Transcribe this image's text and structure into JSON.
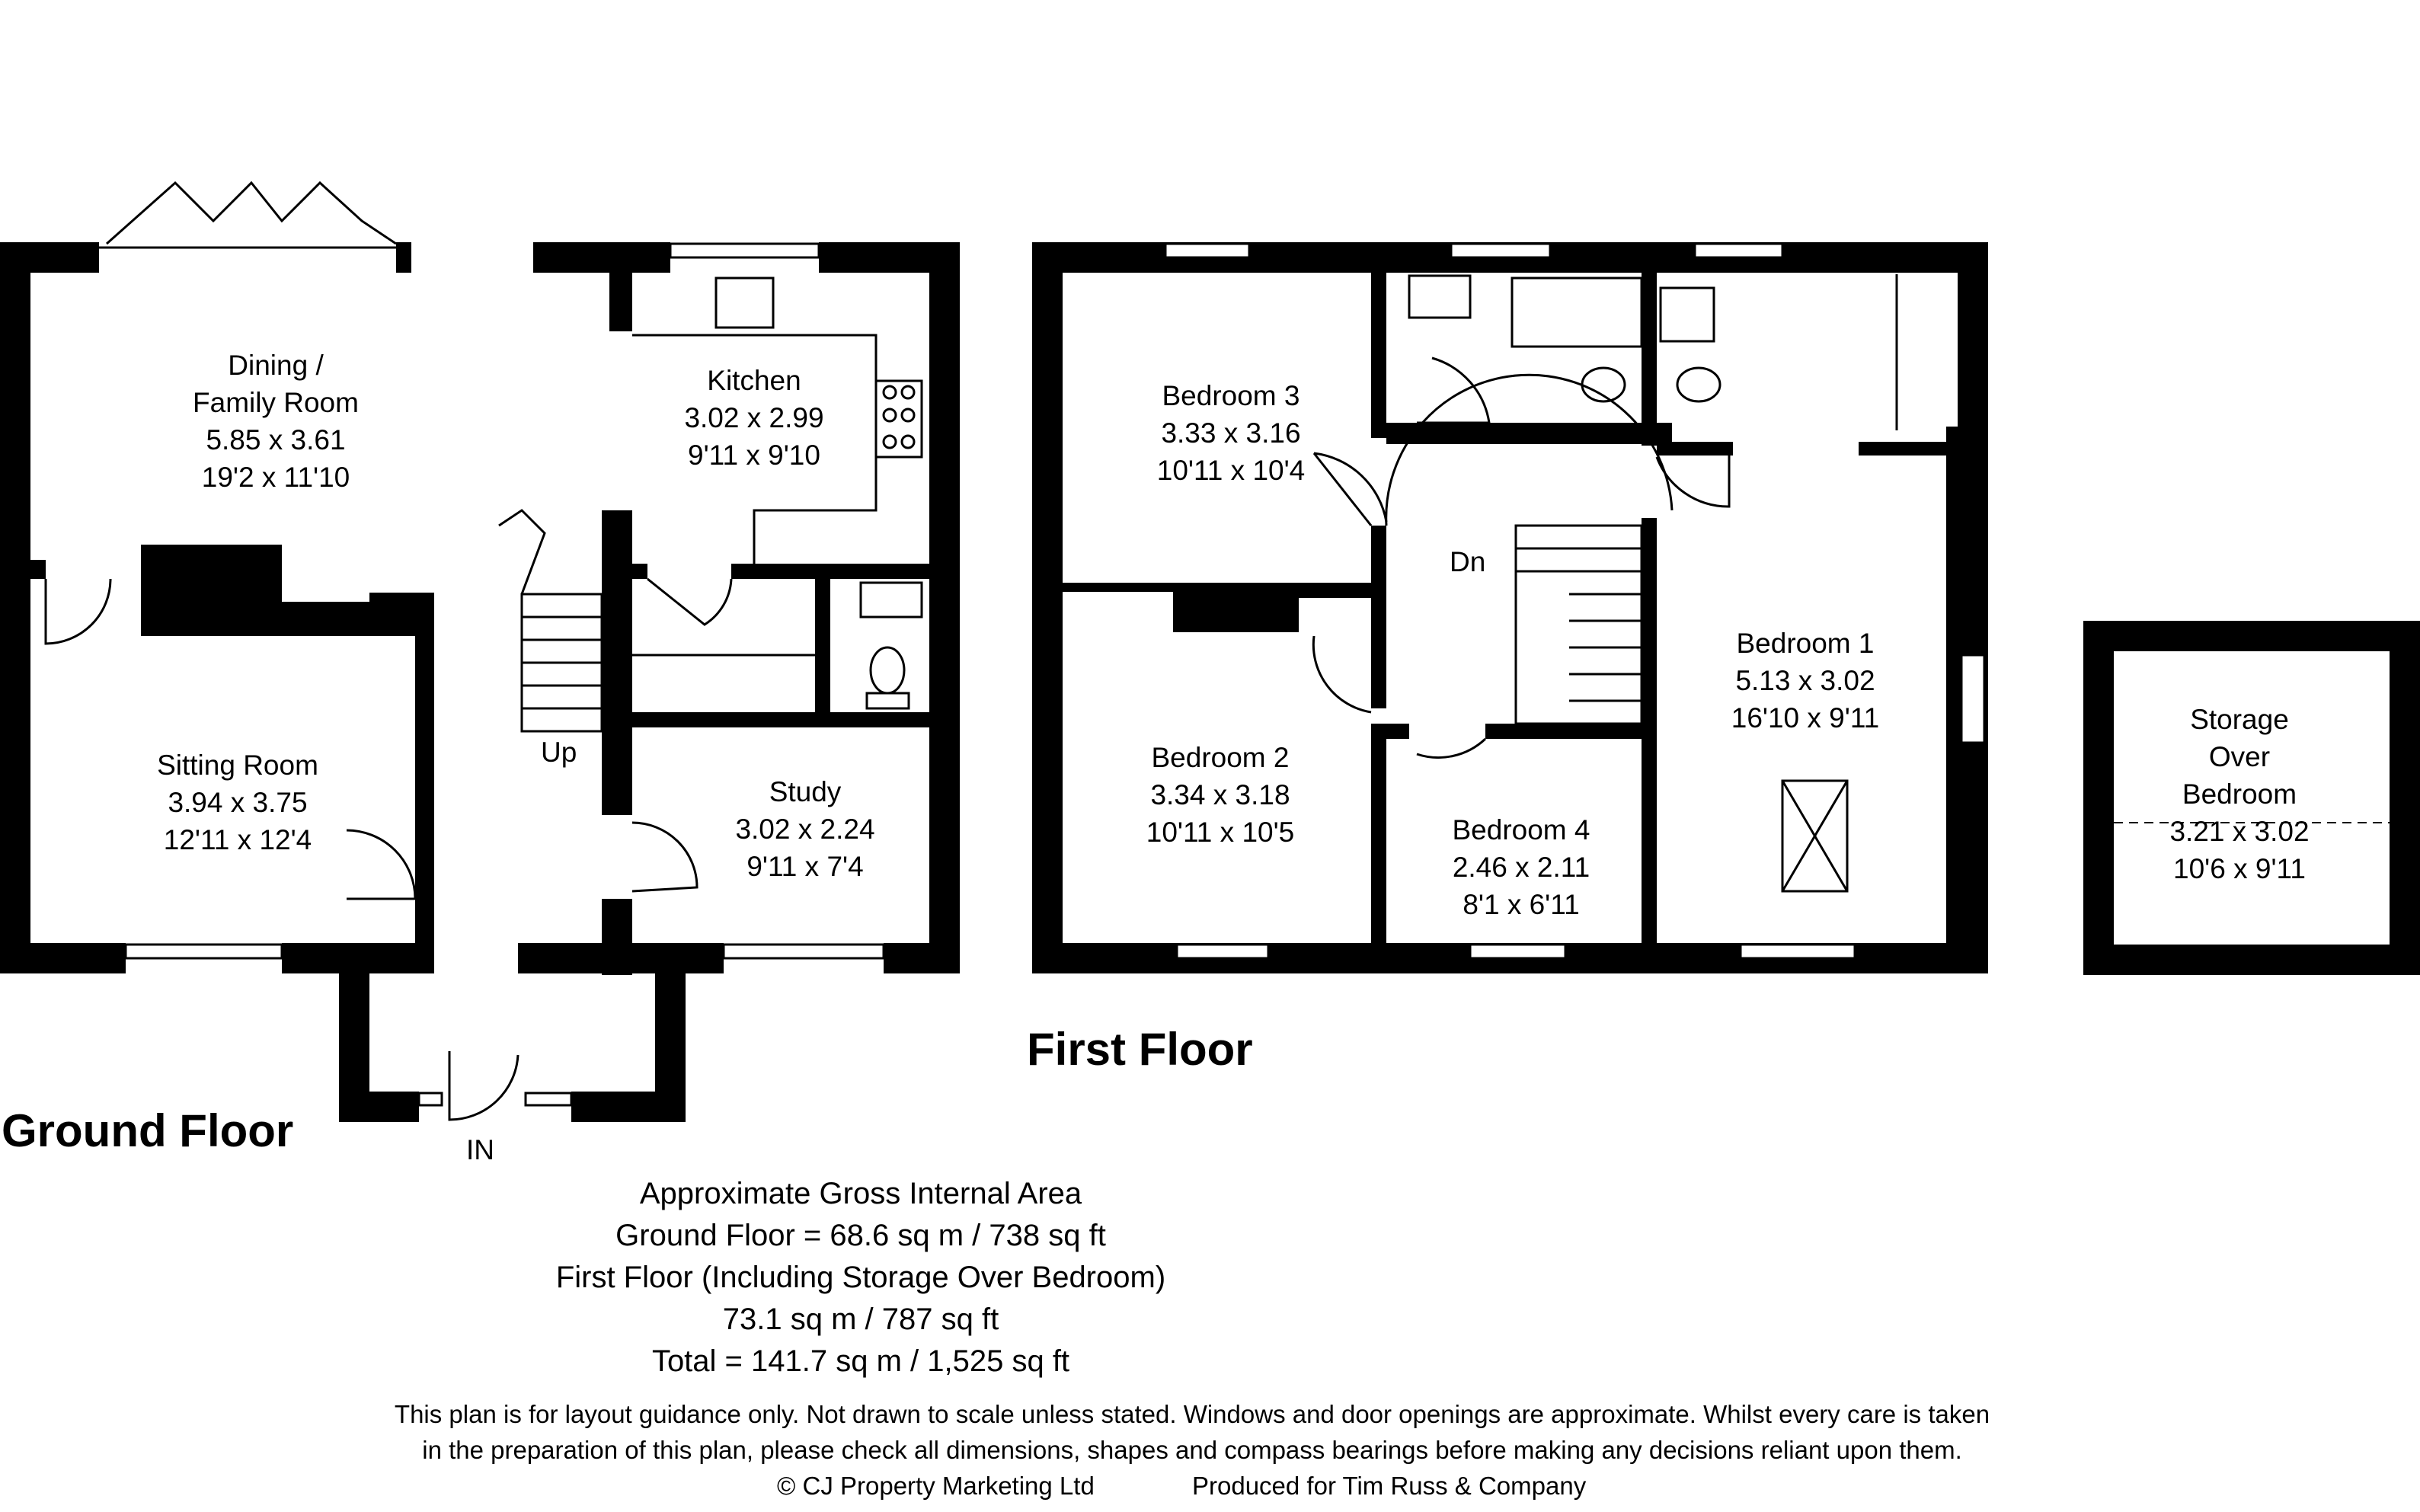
{
  "ground_floor": {
    "title": "Ground Floor",
    "rooms": [
      {
        "id": "dining",
        "lines": [
          "Dining /",
          "Family Room",
          "5.85 x 3.61",
          "19'2 x 11'10"
        ]
      },
      {
        "id": "kitchen",
        "lines": [
          "Kitchen",
          "3.02 x 2.99",
          "9'11 x 9'10"
        ]
      },
      {
        "id": "sitting",
        "lines": [
          "Sitting Room",
          "3.94 x 3.75",
          "12'11 x 12'4"
        ]
      },
      {
        "id": "study",
        "lines": [
          "Study",
          "3.02 x 2.24",
          "9'11 x 7'4"
        ]
      }
    ],
    "labels": {
      "up": "Up",
      "in": "IN"
    }
  },
  "first_floor": {
    "title": "First Floor",
    "rooms": [
      {
        "id": "bed3",
        "lines": [
          "Bedroom 3",
          "3.33 x 3.16",
          "10'11 x 10'4"
        ]
      },
      {
        "id": "bed2",
        "lines": [
          "Bedroom 2",
          "3.34 x 3.18",
          "10'11 x 10'5"
        ]
      },
      {
        "id": "bed4",
        "lines": [
          "Bedroom 4",
          "2.46 x 2.11",
          "8'1 x 6'11"
        ]
      },
      {
        "id": "bed1",
        "lines": [
          "Bedroom 1",
          "5.13 x 3.02",
          "16'10 x 9'11"
        ]
      },
      {
        "id": "storage",
        "lines": [
          "Storage",
          "Over",
          "Bedroom",
          "3.21 x 3.02",
          "10'6 x 9'11"
        ]
      }
    ],
    "labels": {
      "dn": "Dn"
    }
  },
  "area_summary": [
    "Approximate Gross Internal Area",
    "Ground Floor = 68.6 sq m / 738 sq ft",
    "First Floor (Including Storage Over Bedroom)",
    "73.1 sq m / 787 sq ft",
    "Total = 141.7 sq m / 1,525 sq ft"
  ],
  "disclaimer": [
    "This plan is for layout guidance only. Not drawn to scale unless stated. Windows and door openings are approximate. Whilst every care is taken",
    "in the preparation of this plan, please check all dimensions, shapes and compass bearings before making any decisions reliant upon them."
  ],
  "footer": {
    "copyright": "© CJ Property Marketing Ltd",
    "produced_for": "Produced for Tim Russ & Company"
  },
  "colors": {
    "wall": "#000000",
    "background": "#ffffff"
  }
}
